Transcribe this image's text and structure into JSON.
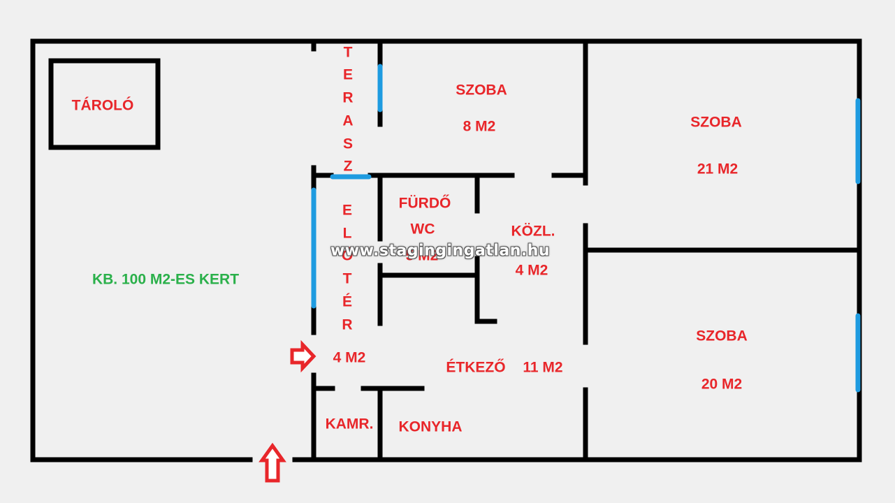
{
  "rooms": {
    "storage": "TÁROLÓ",
    "garden": "KB. 100 M2-ES KERT",
    "terrace": [
      "T",
      "E",
      "R",
      "A",
      "S",
      "Z"
    ],
    "room_small_name": "SZOBA",
    "room_small_area": "8 M2",
    "room_top_right_name": "SZOBA",
    "room_top_right_area": "21 M2",
    "bath_name": "FÜRDŐ",
    "wc_name": "WC",
    "bath_area": "5 M2",
    "corridor_name": "KÖZL.",
    "corridor_area": "4 M2",
    "hall": [
      "E",
      "L",
      "Ő",
      "T",
      "É",
      "R"
    ],
    "hall_area": "4 M2",
    "dining": "ÉTKEZŐ",
    "dining_area": "11 M2",
    "room_bottom_right_name": "SZOBA",
    "room_bottom_right_area": "20 M2",
    "pantry": "KAMR.",
    "kitchen": "KONYHA"
  },
  "watermark": "www.stagingingatlan.hu",
  "colors": {
    "wall": "#000000",
    "window": "#1e9be0",
    "label": "#e8262a",
    "garden_label": "#2ab04a",
    "arrow": "#e8262a",
    "background": "#f0f0f0"
  },
  "icons": [
    "entrance-arrow-right-icon",
    "entrance-arrow-up-icon"
  ]
}
